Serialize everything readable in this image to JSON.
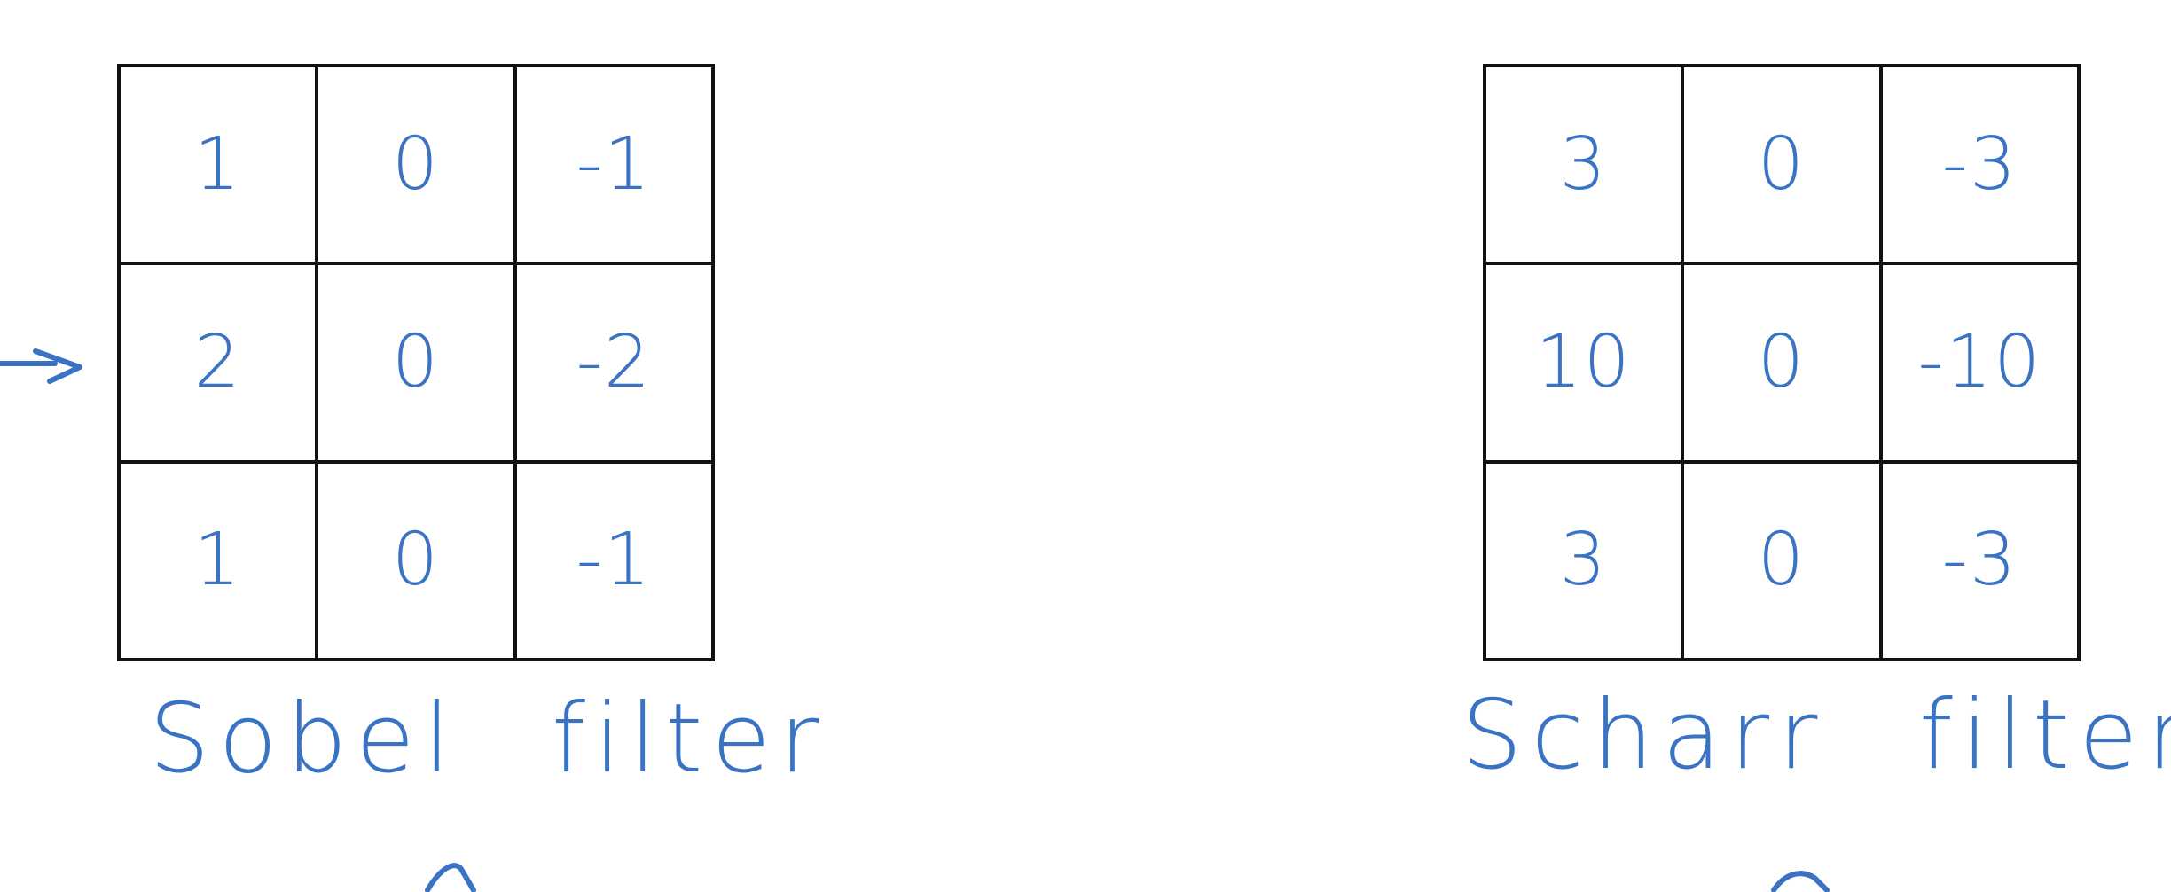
{
  "colors": {
    "ink": "#3a73c4",
    "grid_lines": "#111111",
    "background": "#ffffff"
  },
  "sobel": {
    "caption": "Sobel filter",
    "cells": [
      [
        "1",
        "0",
        "-1"
      ],
      [
        "2",
        "0",
        "-2"
      ],
      [
        "1",
        "0",
        "-1"
      ]
    ]
  },
  "scharr": {
    "caption": "Scharr filter",
    "cells": [
      [
        "3",
        "0",
        "-3"
      ],
      [
        "10",
        "0",
        "-10"
      ],
      [
        "3",
        "0",
        "-3"
      ]
    ]
  },
  "icons": {
    "left_arrow": "arrow-right-icon",
    "cut_off_marks": "partial-ink-stroke"
  }
}
